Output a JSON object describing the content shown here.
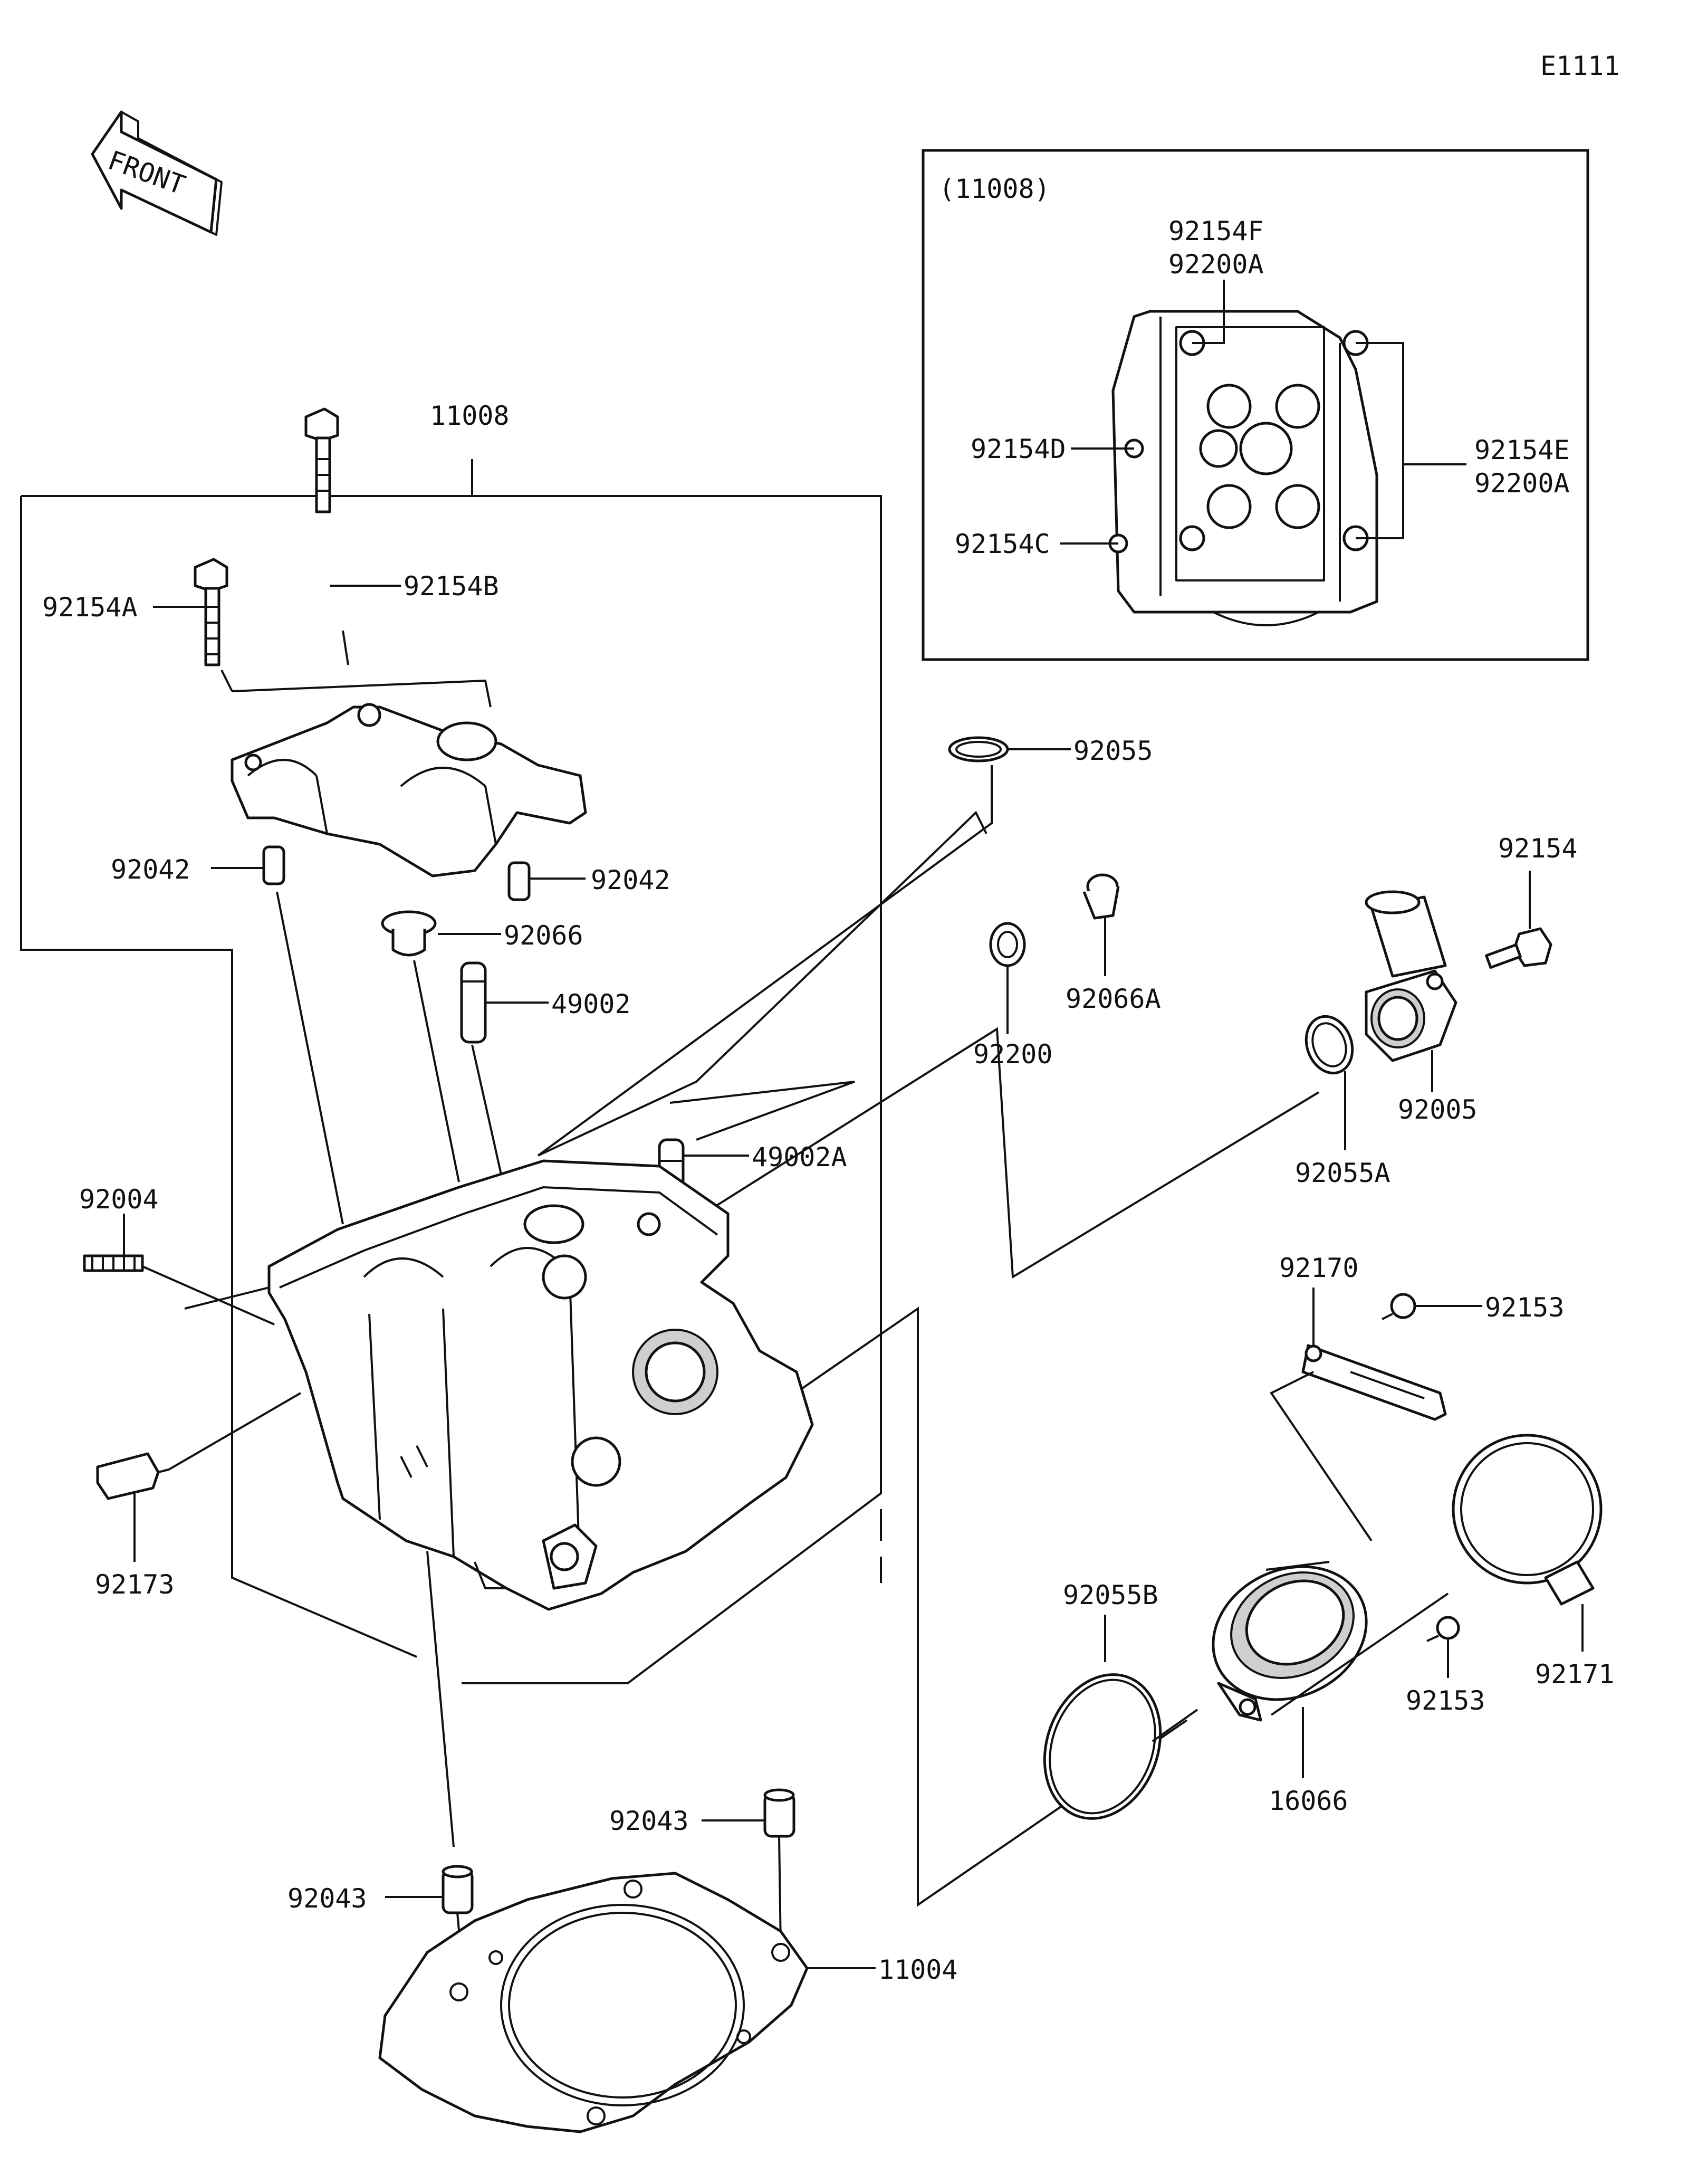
{
  "diagram_code": "E1111",
  "front_label": "FRONT",
  "inset_title": "(11008)",
  "labels": {
    "p11008": "11008",
    "p92154A": "92154A",
    "p92154B": "92154B",
    "p92042_left": "92042",
    "p92042_right": "92042",
    "p92066": "92066",
    "p49002": "49002",
    "p49002A": "49002A",
    "p92004": "92004",
    "p92173": "92173",
    "p92055": "92055",
    "p92066A": "92066A",
    "p92200": "92200",
    "p92154": "92154",
    "p92005": "92005",
    "p92055A": "92055A",
    "p92170": "92170",
    "p92153_top": "92153",
    "p92153_bottom": "92153",
    "p92055B": "92055B",
    "p16066": "16066",
    "p92171": "92171",
    "p92043_left": "92043",
    "p92043_right": "92043",
    "p11004": "11004",
    "inset_92154F": "92154F",
    "inset_92200A_top": "92200A",
    "inset_92154D": "92154D",
    "inset_92154C": "92154C",
    "inset_92154E": "92154E",
    "inset_92200A_right": "92200A"
  }
}
